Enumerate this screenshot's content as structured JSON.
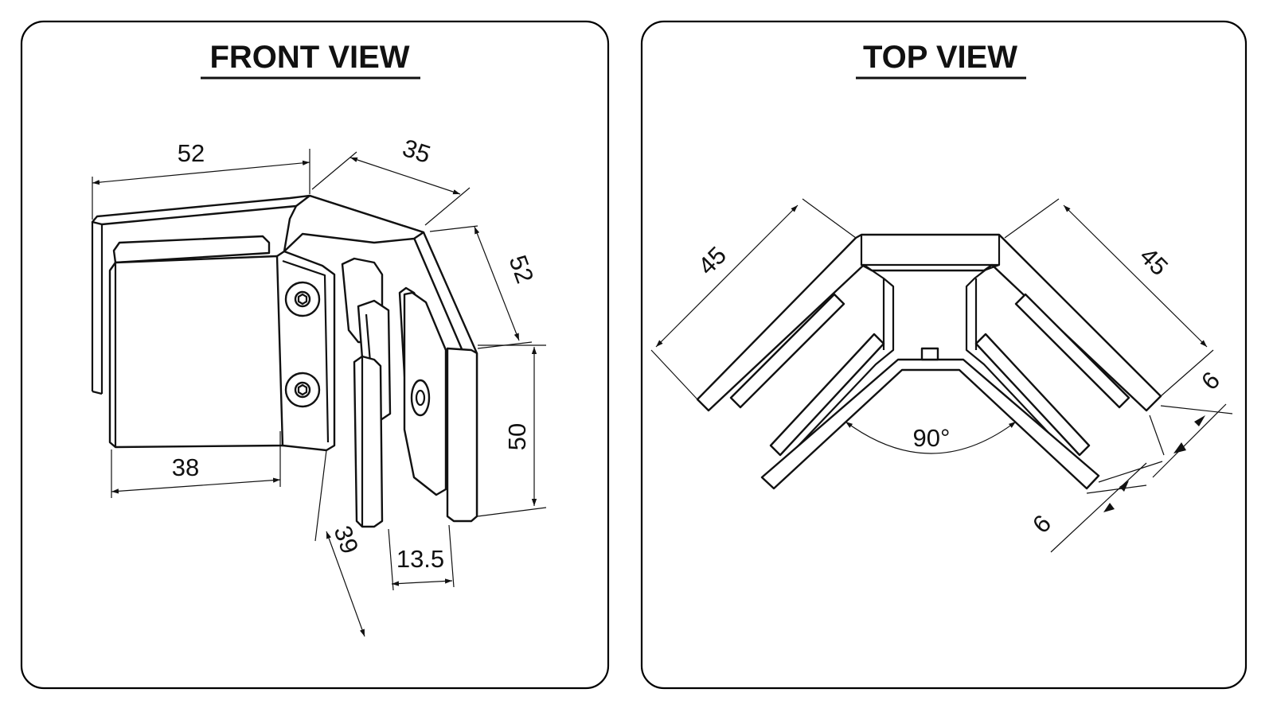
{
  "views": {
    "front": {
      "title": "FRONT VIEW",
      "dimensions": {
        "top_width": "52",
        "top_depth": "35",
        "right_depth": "52",
        "right_height": "50",
        "bottom_width": "38",
        "bottom_depth": "39",
        "thickness": "13.5"
      }
    },
    "top": {
      "title": "TOP VIEW",
      "dimensions": {
        "left_length": "45",
        "right_length": "45",
        "angle": "90°",
        "upper_gap": "6",
        "lower_gap": "6"
      }
    }
  },
  "colors": {
    "line": "#111111",
    "background": "#ffffff"
  }
}
